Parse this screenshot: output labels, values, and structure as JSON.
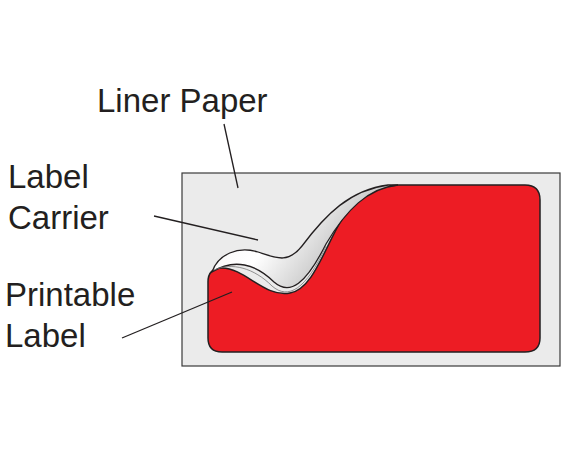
{
  "diagram": {
    "labels": [
      "Liner Paper",
      "Label Carrier",
      "Printable Label"
    ]
  }
}
